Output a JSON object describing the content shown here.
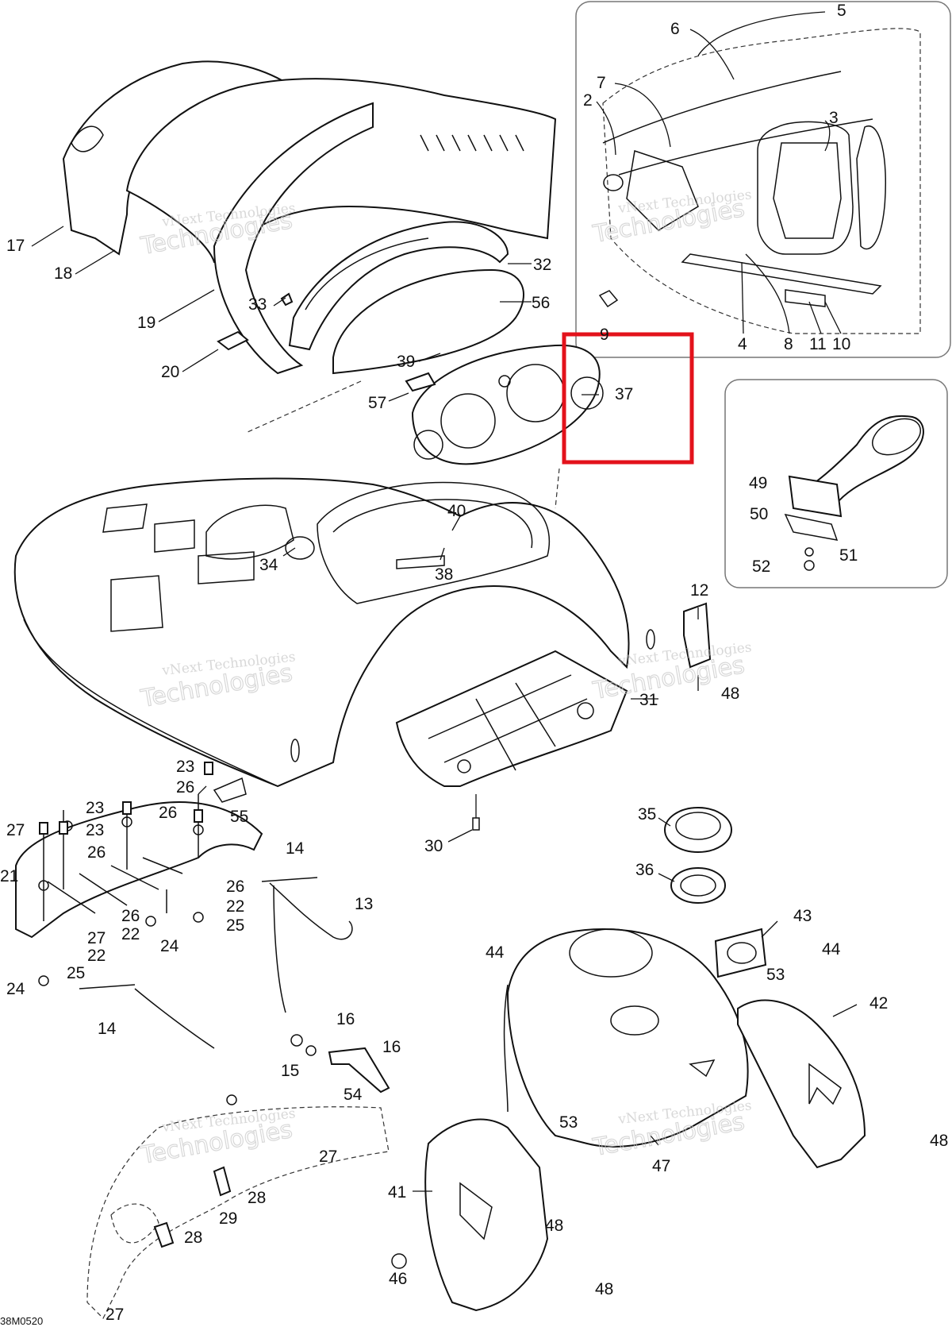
{
  "figure_code": "38M0520",
  "watermark": {
    "line1": "vNext Technologies",
    "line2": "vNext",
    "line3": "Technologies"
  },
  "callouts": [
    "2",
    "3",
    "4",
    "5",
    "6",
    "7",
    "8",
    "10",
    "11",
    "12",
    "13",
    "14",
    "14",
    "15",
    "16",
    "16",
    "17",
    "18",
    "19",
    "20",
    "21",
    "22",
    "22",
    "22",
    "23",
    "23",
    "23",
    "24",
    "24",
    "25",
    "25",
    "26",
    "26",
    "26",
    "26",
    "26",
    "27",
    "27",
    "27",
    "27",
    "28",
    "28",
    "29",
    "30",
    "31",
    "32",
    "33",
    "34",
    "35",
    "36",
    "37",
    "38",
    "39",
    "40",
    "41",
    "42",
    "43",
    "44",
    "44",
    "46",
    "47",
    "48",
    "48",
    "48",
    "48",
    "49",
    "50",
    "51",
    "52",
    "53",
    "53",
    "54",
    "55",
    "56",
    "57",
    "9"
  ],
  "highlight": {
    "part": "37",
    "color": "#e3121b"
  }
}
